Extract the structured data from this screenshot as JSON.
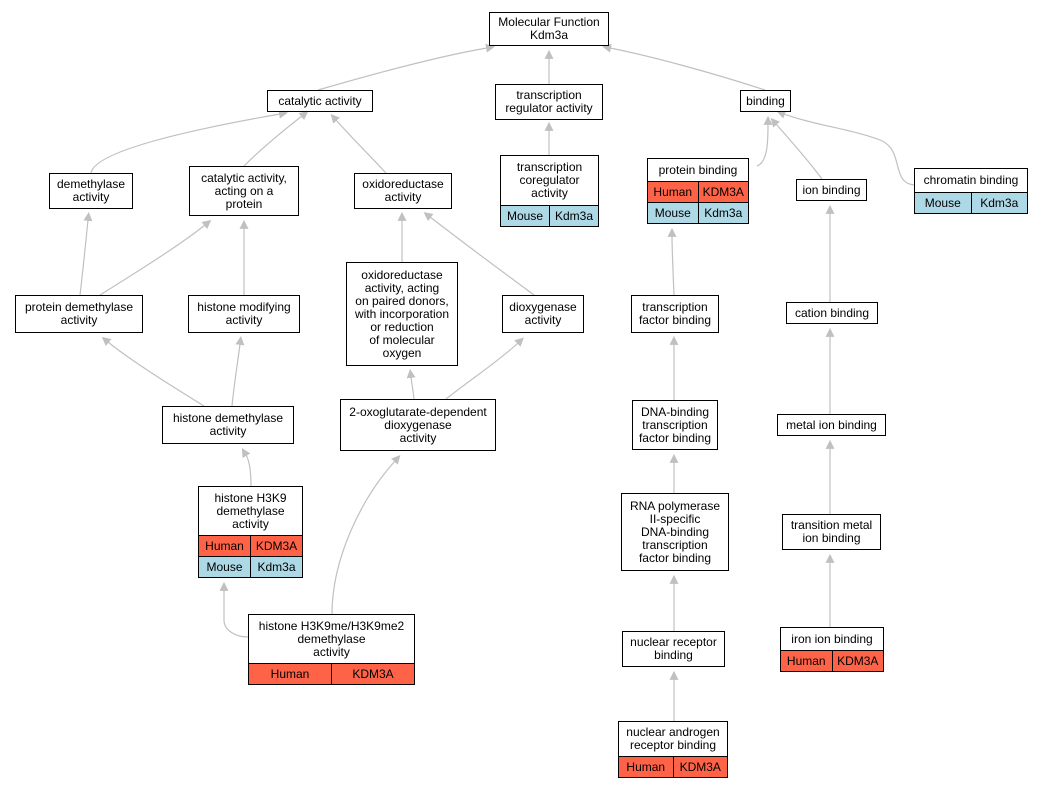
{
  "colors": {
    "human": "#ff6347",
    "mouse": "#add8e6",
    "edge": "#c0c0c0",
    "border": "#000000"
  },
  "nodes": {
    "root": {
      "label": "Molecular Function\nKdm3a"
    },
    "catalytic": {
      "label": "catalytic activity"
    },
    "trans_reg": {
      "label": "transcription\nregulator activity"
    },
    "binding": {
      "label": "binding"
    },
    "demethylase": {
      "label": "demethylase\nactivity"
    },
    "cat_protein": {
      "label": "catalytic activity,\nacting on a\nprotein"
    },
    "oxidoreductase": {
      "label": "oxidoreductase\nactivity"
    },
    "coregulator": {
      "label": "transcription\ncoregulator\nactivity",
      "rows": [
        [
          "Mouse",
          "Kdm3a"
        ]
      ]
    },
    "protein_binding": {
      "label": "protein binding",
      "rows": [
        [
          "Human",
          "KDM3A"
        ],
        [
          "Mouse",
          "Kdm3a"
        ]
      ]
    },
    "ion_binding": {
      "label": "ion binding"
    },
    "chromatin": {
      "label": "chromatin binding",
      "rows": [
        [
          "Mouse",
          "Kdm3a"
        ]
      ]
    },
    "prot_demeth": {
      "label": "protein demethylase\nactivity"
    },
    "hist_mod": {
      "label": "histone modifying\nactivity"
    },
    "oxido_paired": {
      "label": "oxidoreductase\nactivity, acting\non paired donors,\nwith incorporation\nor reduction\nof molecular\noxygen"
    },
    "dioxygenase": {
      "label": "dioxygenase\nactivity"
    },
    "tf_binding": {
      "label": "transcription\nfactor binding"
    },
    "cation": {
      "label": "cation binding"
    },
    "hist_demeth": {
      "label": "histone demethylase\nactivity"
    },
    "oxoglut": {
      "label": "2-oxoglutarate-dependent\ndioxygenase\nactivity"
    },
    "dna_tf": {
      "label": "DNA-binding\ntranscription\nfactor binding"
    },
    "metal": {
      "label": "metal ion binding"
    },
    "h3k9": {
      "label": "histone H3K9\ndemethylase\nactivity",
      "rows": [
        [
          "Human",
          "KDM3A"
        ],
        [
          "Mouse",
          "Kdm3a"
        ]
      ]
    },
    "rnapol": {
      "label": "RNA polymerase\nII-specific\nDNA-binding\ntranscription\nfactor binding"
    },
    "transition": {
      "label": "transition metal\nion binding"
    },
    "h3k9me": {
      "label": "histone H3K9me/H3K9me2\ndemethylase\nactivity",
      "rows": [
        [
          "Human",
          "KDM3A"
        ]
      ]
    },
    "nuc_rec": {
      "label": "nuclear receptor\nbinding"
    },
    "iron": {
      "label": "iron ion binding",
      "rows": [
        [
          "Human",
          "KDM3A"
        ]
      ]
    },
    "nuc_andro": {
      "label": "nuclear androgen\nreceptor binding",
      "rows": [
        [
          "Human",
          "KDM3A"
        ]
      ]
    }
  },
  "edges": [
    [
      "catalytic",
      "root"
    ],
    [
      "trans_reg",
      "root"
    ],
    [
      "binding",
      "root"
    ],
    [
      "demethylase",
      "catalytic"
    ],
    [
      "cat_protein",
      "catalytic"
    ],
    [
      "oxidoreductase",
      "catalytic"
    ],
    [
      "coregulator",
      "trans_reg"
    ],
    [
      "protein_binding",
      "binding"
    ],
    [
      "ion_binding",
      "binding"
    ],
    [
      "chromatin",
      "binding"
    ],
    [
      "prot_demeth",
      "demethylase"
    ],
    [
      "prot_demeth",
      "cat_protein"
    ],
    [
      "hist_mod",
      "cat_protein"
    ],
    [
      "oxido_paired",
      "oxidoreductase"
    ],
    [
      "dioxygenase",
      "oxidoreductase"
    ],
    [
      "tf_binding",
      "protein_binding"
    ],
    [
      "cation",
      "ion_binding"
    ],
    [
      "hist_demeth",
      "prot_demeth"
    ],
    [
      "hist_demeth",
      "hist_mod"
    ],
    [
      "oxoglut",
      "oxido_paired"
    ],
    [
      "oxoglut",
      "dioxygenase"
    ],
    [
      "dna_tf",
      "tf_binding"
    ],
    [
      "metal",
      "cation"
    ],
    [
      "h3k9",
      "hist_demeth"
    ],
    [
      "rnapol",
      "dna_tf"
    ],
    [
      "transition",
      "metal"
    ],
    [
      "h3k9me",
      "h3k9"
    ],
    [
      "h3k9me",
      "oxoglut"
    ],
    [
      "nuc_rec",
      "rnapol"
    ],
    [
      "iron",
      "transition"
    ],
    [
      "nuc_andro",
      "nuc_rec"
    ]
  ]
}
